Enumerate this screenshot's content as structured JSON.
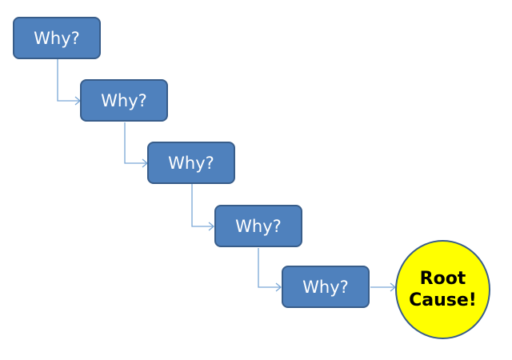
{
  "diagram": {
    "steps": [
      {
        "label": "Why?"
      },
      {
        "label": "Why?"
      },
      {
        "label": "Why?"
      },
      {
        "label": "Why?"
      },
      {
        "label": "Why?"
      }
    ],
    "root": {
      "line1": "Root",
      "line2": "Cause!"
    },
    "colors": {
      "box_fill": "#4f81bd",
      "box_border": "#385d8a",
      "connector": "#7aa7d6",
      "root_fill": "#ffff00"
    }
  }
}
